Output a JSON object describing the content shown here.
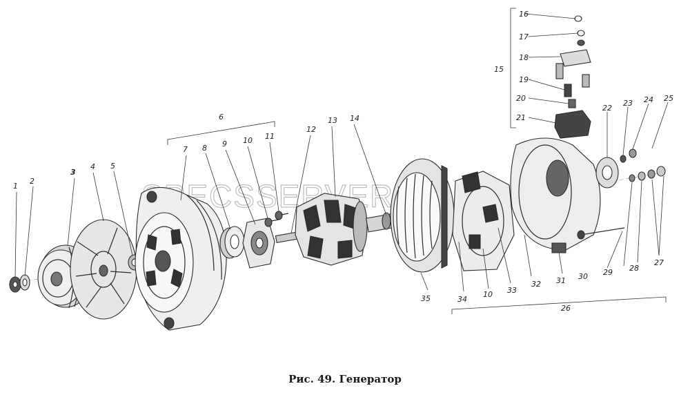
{
  "caption": "Рис. 49. Генератор",
  "watermark": "SPECSSERVER.COM",
  "callouts": [
    "1",
    "2",
    "3",
    "4",
    "5",
    "6",
    "7",
    "8",
    "9",
    "10",
    "11",
    "12",
    "13",
    "14",
    "15",
    "16",
    "17",
    "18",
    "19",
    "20",
    "21",
    "22",
    "23",
    "24",
    "25",
    "26",
    "27",
    "28",
    "29",
    "30",
    "31",
    "32",
    "33",
    "34",
    "10",
    "35"
  ],
  "colors": {
    "ink": "#2a2a2a",
    "paper": "#ffffff",
    "watermark": "#bdbdbd"
  }
}
